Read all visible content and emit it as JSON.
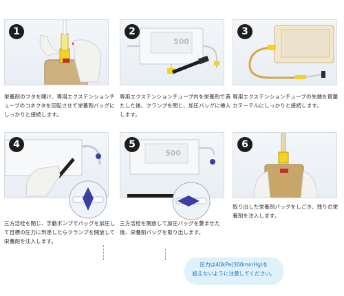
{
  "steps": [
    {
      "number": "1",
      "caption": "栄養剤のフタを開け、専用エクステンションチューブのコネクタを回転させて栄養剤バッグにしっかりと接続します。"
    },
    {
      "number": "2",
      "caption": "専用エクステンションチューブ内を栄養剤で満たした後、クランプを閉じ、加圧バッグに挿入します。",
      "bag_label": "500"
    },
    {
      "number": "3",
      "caption": "専用エクステンションチューブの先端を胃瘻カテーテルにしっかりと接続します。"
    },
    {
      "number": "4",
      "caption": "三方活栓を閉じ、手動ポンプでバッグを加圧して目標の圧力に到達したらクランプを開放して栄養剤を注入します。"
    },
    {
      "number": "5",
      "caption": "三方活栓を開放して加圧バッグを萎ませた後、栄養剤バッグを取り出します。",
      "bag_label": "500"
    },
    {
      "number": "6",
      "caption": "取り出した栄養剤バッグをしごき、残りの栄養剤を注入します。"
    }
  ],
  "warning": {
    "line1": "圧力は40kPa(300mmHg)を",
    "line2": "超えないように注意してください。"
  },
  "colors": {
    "number_bg": "#1d1d1d",
    "warning_bg": "#dff1fa",
    "warning_text": "#1a73b8",
    "stopcock": "#3a3fa0",
    "connector": "#f4d21e"
  }
}
